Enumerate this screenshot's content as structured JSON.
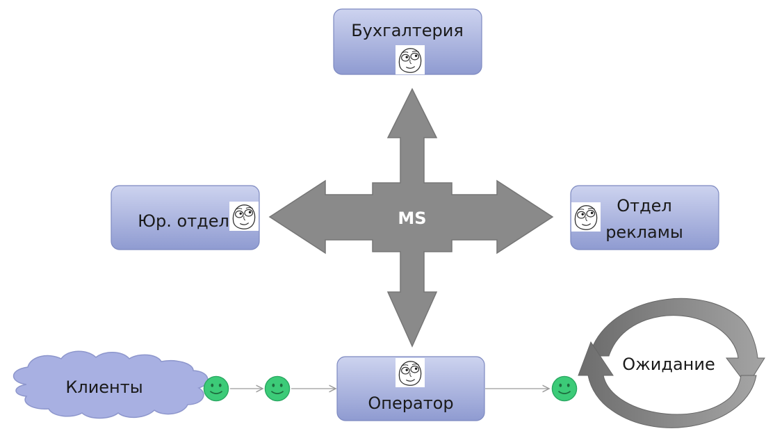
{
  "center": {
    "label": "MS"
  },
  "nodes": {
    "accounting": {
      "label": "Бухгалтерия"
    },
    "legal": {
      "label": "Юр. отдел"
    },
    "advertising": {
      "line1": "Отдел",
      "line2": "рекламы"
    },
    "operator": {
      "label": "Оператор"
    },
    "clients": {
      "label": "Клиенты"
    },
    "waiting": {
      "label": "Ожидание"
    }
  },
  "colors": {
    "box_fill_top": "#c9d0ee",
    "box_fill_bottom": "#8e9ad0",
    "box_stroke": "#7b87bf",
    "arrow_fill": "#8a8a8a",
    "arrow_stroke": "#6f6f6f",
    "cloud_fill": "#a7afe0",
    "smiley_fill": "#3dc977",
    "connector": "#9a9a9a"
  }
}
